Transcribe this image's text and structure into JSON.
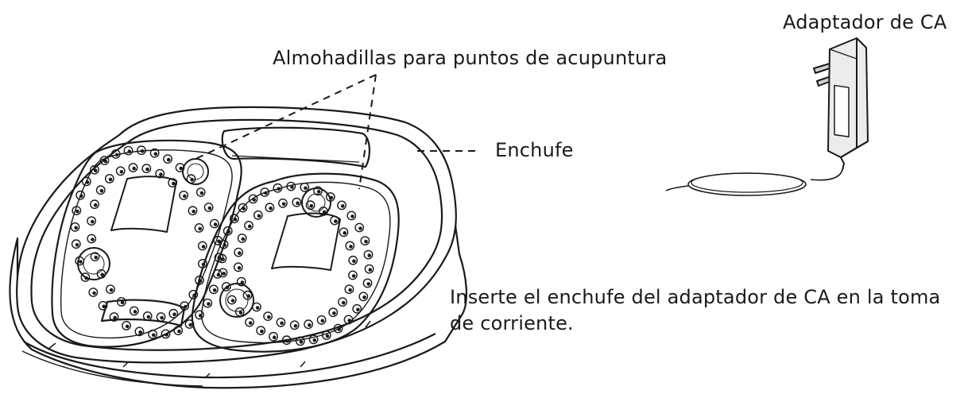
{
  "labels": {
    "pads": "Almohadillas para puntos de acupuntura",
    "plug": "Enchufe",
    "adapter": "Adaptador de CA"
  },
  "instruction": "Inserte el enchufe del adaptador de CA en la toma de corriente.",
  "icons": [
    "foot-massager-device",
    "ac-adapter",
    "power-cord"
  ],
  "colors": {
    "line": "#1a1a1a",
    "fill": "#ffffff",
    "adapter_shade": "#e6e6e6"
  }
}
